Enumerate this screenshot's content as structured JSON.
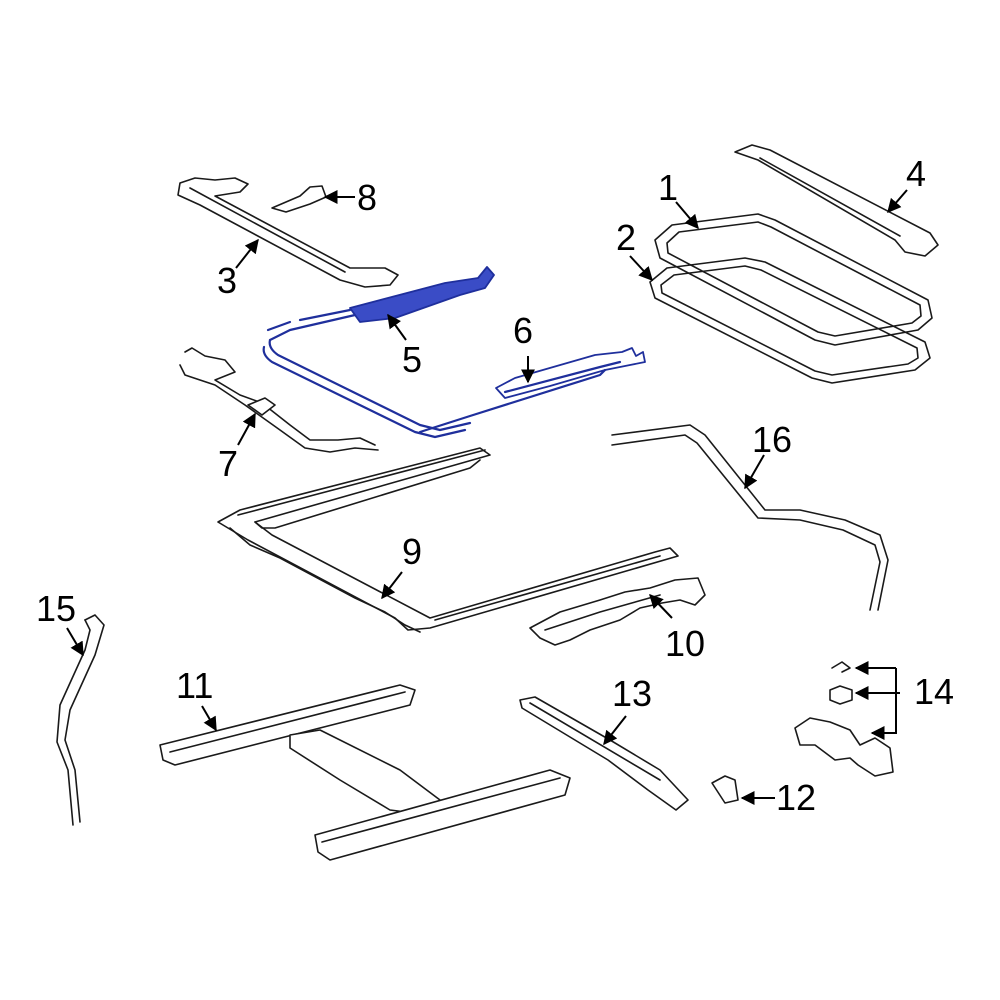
{
  "colors": {
    "highlight": "#1f2f9c",
    "highlight_fill": "#3a4cc6",
    "line": "#1a1a1a",
    "background": "#ffffff"
  },
  "callouts": [
    {
      "id": "1",
      "text": "1"
    },
    {
      "id": "2",
      "text": "2"
    },
    {
      "id": "3",
      "text": "3"
    },
    {
      "id": "4",
      "text": "4"
    },
    {
      "id": "5",
      "text": "5"
    },
    {
      "id": "6",
      "text": "6"
    },
    {
      "id": "7",
      "text": "7"
    },
    {
      "id": "8",
      "text": "8"
    },
    {
      "id": "9",
      "text": "9"
    },
    {
      "id": "10",
      "text": "10"
    },
    {
      "id": "11",
      "text": "11"
    },
    {
      "id": "12",
      "text": "12"
    },
    {
      "id": "13",
      "text": "13"
    },
    {
      "id": "14",
      "text": "14"
    },
    {
      "id": "15",
      "text": "15"
    },
    {
      "id": "16",
      "text": "16"
    }
  ],
  "highlighted_parts": [
    "5",
    "6"
  ]
}
